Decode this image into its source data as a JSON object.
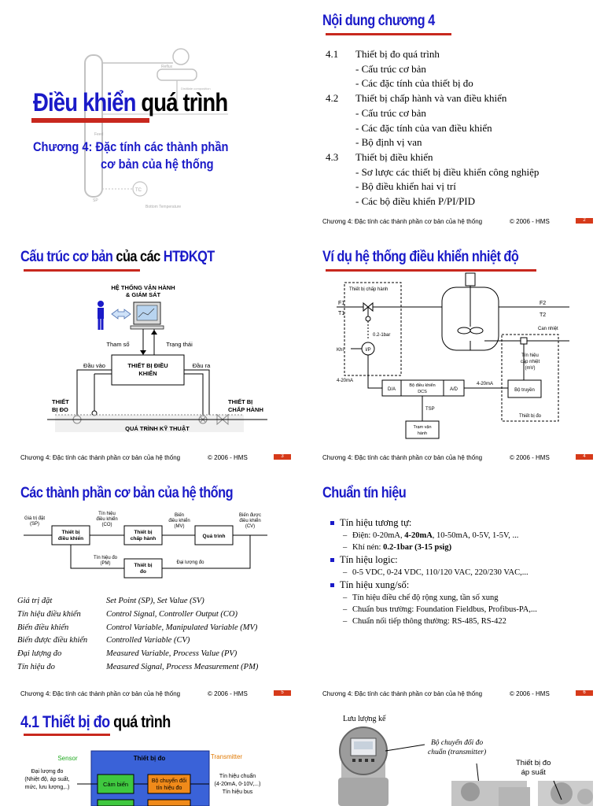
{
  "footer": {
    "chapter": "Chương 4: Đặc tính các thành phần cơ bản của hệ thống",
    "copyright": "© 2006 - HMS"
  },
  "slide1": {
    "title_blue": "Điều khiển",
    "title_black": " quá trình",
    "subtitle_line1": "Chương 4:  Đặc tính các thành phần",
    "subtitle_line2": "cơ bản của hệ thống",
    "bg_labels": [
      "Feed",
      "Reflux",
      "TC",
      "SP",
      "Bottom Temperature",
      "Distillate composition"
    ]
  },
  "slide2": {
    "title": "Nội dung chương 4",
    "page": "2",
    "items": [
      {
        "num": "4.1",
        "text": "Thiết bị đo quá trình"
      },
      {
        "sub": "- Cấu trúc cơ bản"
      },
      {
        "sub": "- Các đặc tính của thiết bị đo"
      },
      {
        "num": "4.2",
        "text": "Thiết bị chấp hành và van điều khiển"
      },
      {
        "sub": "- Cấu trúc cơ bản"
      },
      {
        "sub": "- Các đặc tính của van điều khiển"
      },
      {
        "sub": "- Bộ định vị van"
      },
      {
        "num": "4.3",
        "text": "Thiết bị điều khiển"
      },
      {
        "sub": "- Sơ lược các thiết bị điều khiển công nghiệp"
      },
      {
        "sub": "- Bộ điều khiển hai vị trí"
      },
      {
        "sub": "- Các bộ điều khiển P/PI/PID"
      }
    ]
  },
  "slide3": {
    "title_blue": "Cấu trúc cơ bản",
    "title_black": " của các ",
    "title_blue2": "HTĐKQT",
    "page": "3",
    "labels": {
      "operator1": "HỆ THỐNG VẬN HÀNH",
      "operator2": "& GIÁM SÁT",
      "param": "Tham số",
      "status": "Trạng thái",
      "controller1": "THIẾT BỊ ĐIỀU",
      "controller2": "KHIỂN",
      "input": "Đầu vào",
      "output": "Đầu ra",
      "sensor1": "THIẾT",
      "sensor2": "BỊ ĐO",
      "actuator1": "THIẾT BỊ",
      "actuator2": "CHẤP HÀNH",
      "process": "QUÁ TRÌNH KỸ THUẬT"
    }
  },
  "slide4": {
    "title": "Ví dụ hệ thống điều khiển nhiệt độ",
    "page": "4",
    "labels": {
      "actuator": "Thiết bị chấp hành",
      "f1": "F1",
      "t1": "T1",
      "f2": "F2",
      "t2": "T2",
      "pressure": "0.2-1bar",
      "air": "Khí",
      "ip": "I/P",
      "ma1": "4-20mA",
      "ma2": "4-20mA",
      "da": "D/A",
      "dcs1": "Bộ điều khiển",
      "dcs2": "DCS",
      "ad": "A/D",
      "transmitter": "Bộ truyền",
      "thermo": "Can nhiệt",
      "sig1": "Tín hiệu",
      "sig2": "cặp nhiệt",
      "sig3": "(mV)",
      "tsp": "TSP",
      "station1": "Trạm vận",
      "station2": "hành",
      "measure": "Thiết bị đo"
    }
  },
  "slide5": {
    "title": "Các thành phần cơ bản của hệ thống",
    "page": "5",
    "diagram": {
      "sp1": "Giá trị đặt",
      "sp2": "(SP)",
      "ctrl1": "Thiết bị",
      "ctrl2": "điều khiển",
      "co1": "Tín hiệu",
      "co2": "điều khiển",
      "co3": "(CO)",
      "act1": "Thiết bị",
      "act2": "chấp hành",
      "mv1": "Biến",
      "mv2": "điều khiển",
      "mv3": "(MV)",
      "proc": "Quá trình",
      "cv1": "Biến được",
      "cv2": "điều khiển",
      "cv3": "(CV)",
      "pm1": "Tín hiệu đo",
      "pm2": "(PM)",
      "meas1": "Thiết bị",
      "meas2": "đo",
      "pv": "Đại lượng đo"
    },
    "table": [
      [
        "Giá trị đặt",
        "Set Point (SP), Set Value (SV)"
      ],
      [
        "Tín hiệu điều khiển",
        "Control Signal, Controller Output (CO)"
      ],
      [
        "Biến điều khiển",
        "Control Variable, Manipulated Variable (MV)"
      ],
      [
        "Biến được điều khiển",
        "Controlled Variable (CV)"
      ],
      [
        "Đại lượng đo",
        "Measured Variable, Process Value (PV)"
      ],
      [
        "Tín hiệu đo",
        "Measured Signal, Process Measurement (PM)"
      ]
    ]
  },
  "slide6": {
    "title": "Chuẩn tín hiệu",
    "page": "6",
    "b1": "Tín hiệu tương tự:",
    "b1d1_pre": "Điện: 0-20mA, ",
    "b1d1_bold": "4-20mA",
    "b1d1_post": ", 10-50mA, 0-5V, 1-5V, ...",
    "b1d2_pre": "Khí nén: ",
    "b1d2_bold": "0.2-1bar (3-15 psig)",
    "b2": "Tín hiệu logic:",
    "b2d1": "0-5 VDC, 0-24 VDC, 110/120 VAC, 220/230 VAC,...",
    "b3": "Tín hiệu xung/số:",
    "b3d1": "Tín hiệu điều chế độ rộng xung, tần số xung",
    "b3d2": "Chuẩn bus trường: Foundation Fieldbus, Profibus-PA,...",
    "b3d3": "Chuẩn nối tiếp thông thường: RS-485, RS-422"
  },
  "slide7": {
    "title_blue": "4.1 Thiết bị đo",
    "title_black": " quá trình",
    "sensor": "Sensor",
    "device": "Thiết bị đo",
    "transmitter": "Transmitter",
    "input1": "Đại lượng đo",
    "input2": "(Nhiệt độ, áp suất,",
    "input3": "mức, lưu lượng,..)",
    "cb": "Cảm biến",
    "conv1": "Bộ chuyển đổi",
    "conv2": "tín hiệu đo",
    "out1": "Tín hiệu chuẩn",
    "out2": "(4-20mA, 0-10V,...)",
    "out3": "Tín hiệu bus"
  },
  "slide8": {
    "flow": "Lưu lượng kế",
    "tx1": "Bộ chuyển đổi đo",
    "tx2": "chuẩn (transmitter)",
    "p1": "Thiết bị đo",
    "p2": "áp suất"
  }
}
